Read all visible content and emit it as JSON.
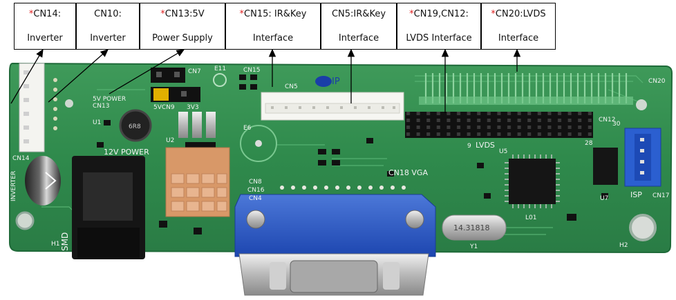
{
  "labels": [
    {
      "id": "cn14",
      "star": "*",
      "line1": "CN14:",
      "line2": "Inverter"
    },
    {
      "id": "cn10",
      "star": "",
      "line1": "CN10:",
      "line2": "Inverter"
    },
    {
      "id": "cn13",
      "star": "*",
      "line1": "CN13:5V",
      "line2": "Power Supply"
    },
    {
      "id": "cn15",
      "star": "*",
      "line1": "CN15: IR&Key",
      "line2": "Interface"
    },
    {
      "id": "cn5",
      "star": "",
      "line1": "CN5:IR&Key",
      "line2": "Interface"
    },
    {
      "id": "cn19",
      "star": "*",
      "line1": "CN19,CN12:",
      "line2": "LVDS Interface"
    },
    {
      "id": "cn20",
      "star": "*",
      "line1": "CN20:LVDS",
      "line2": "Interface"
    }
  ],
  "board": {
    "silkscreen": {
      "inverter": "INVERTER",
      "cn14": "CN14",
      "cn7": "CN7",
      "e11": "E11",
      "cn15": "CN15",
      "cn5": "CN5",
      "ip": "IP",
      "cn20": "CN20",
      "five_v_power": "5V POWER",
      "cn13": "CN13",
      "cn9": "5VCN9",
      "three_v3": "3V3",
      "u1": "U1",
      "u2": "U2",
      "e6": "E6",
      "twelve_v_power": "12V POWER",
      "cn18_vga": "CN18 VGA",
      "cn8": "CN8",
      "cn16": "CN16",
      "cn4": "CN4",
      "lvds": "LVDS",
      "nine": "9",
      "u5": "U5",
      "cn12": "CN12",
      "u7": "U7",
      "isp": "ISP",
      "cn17": "CN17",
      "h1": "H1",
      "h2": "H2",
      "smd": "SMD",
      "y1": "Y1",
      "crystal": "14.31818",
      "l01": "L01",
      "inductor": "6R8",
      "two_eight": "28",
      "thirty": "30"
    }
  }
}
